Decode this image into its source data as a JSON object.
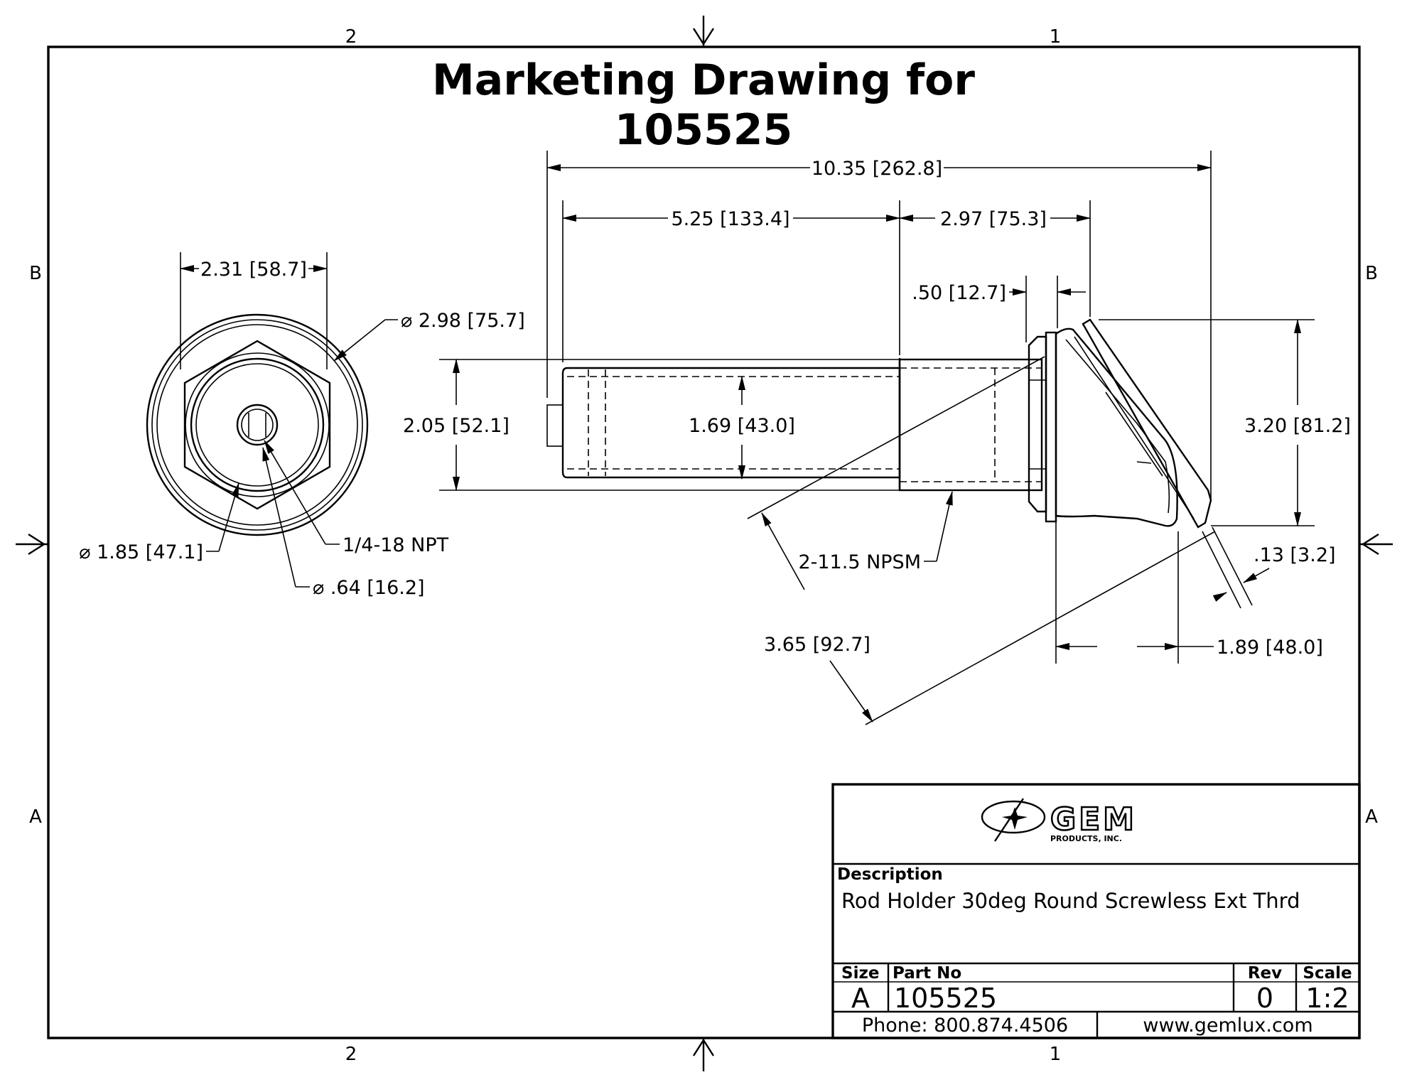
{
  "title": {
    "line1": "Marketing Drawing for",
    "line2": "105525"
  },
  "zones": {
    "top_left": "2",
    "top_right": "1",
    "bottom_left": "2",
    "bottom_right": "1",
    "left_upper": "B",
    "left_lower": "A",
    "right_upper": "B",
    "right_lower": "A"
  },
  "dimensions": {
    "front_width": "2.31 [58.7]",
    "outer_diameter": "⌀ 2.98 [75.7]",
    "inner_diameter": "⌀ 1.85 [47.1]",
    "small_diameter": "⌀ .64 [16.2]",
    "pipe_thread": "1/4-18 NPT",
    "overall_length": "10.35 [262.8]",
    "tube_length": "5.25 [133.4]",
    "thread_length": "2.97 [75.3]",
    "nut_thickness": ".50 [12.7]",
    "tube_diameter": "2.05 [52.1]",
    "inner_bore": "1.69 [43.0]",
    "head_height": "3.20 [81.2]",
    "mount_thread": "2-11.5 NPSM",
    "flange_thickness": ".13 [3.2]",
    "angled_length": "3.65 [92.7]",
    "head_depth": "1.89 [48.0]"
  },
  "title_block": {
    "logo_text": "GEM",
    "logo_subtext": "PRODUCTS, INC.",
    "description_label": "Description",
    "description_value": "Rod Holder 30deg Round Screwless Ext Thrd",
    "size_label": "Size",
    "size_value": "A",
    "part_label": "Part No",
    "part_value": "105525",
    "rev_label": "Rev",
    "rev_value": "0",
    "scale_label": "Scale",
    "scale_value": "1:2",
    "phone": "Phone: 800.874.4506",
    "website": "www.gemlux.com"
  }
}
